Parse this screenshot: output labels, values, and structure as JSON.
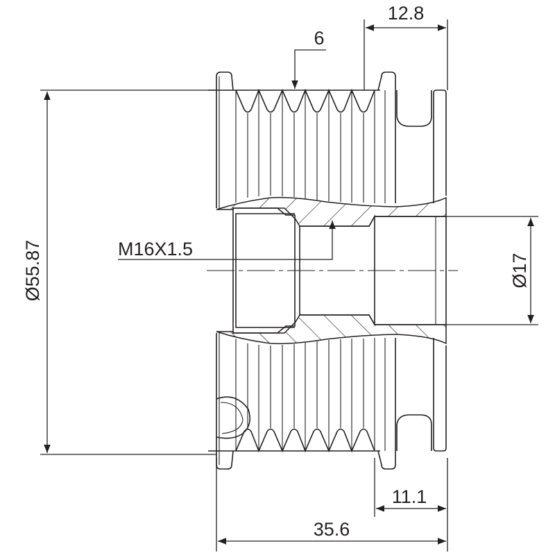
{
  "drawing": {
    "dimensions": {
      "outer_diameter": "Ø55.87",
      "rib_count": "6",
      "width_12_8": "12.8",
      "thread": "M16X1.5",
      "bore_diameter": "Ø17",
      "width_11_1": "11.1",
      "overall_width": "35.6"
    },
    "line_color": "#231f20"
  }
}
